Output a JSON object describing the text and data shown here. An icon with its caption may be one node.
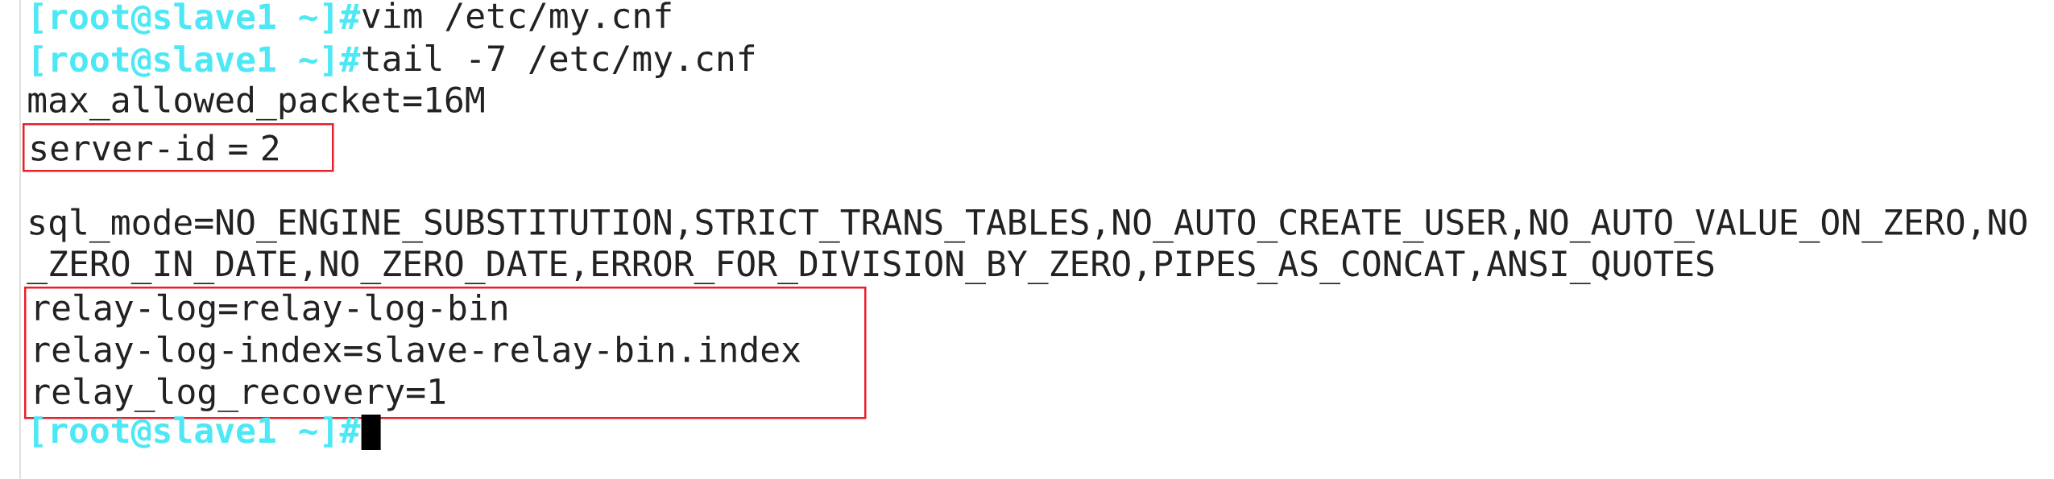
{
  "diagram": {
    "nodes": [
      {
        "text": [
          "server-id = 2"
        ]
      },
      {
        "text": [
          "relay-log=relay-log-bin",
          "relay-log-index=slave-relay-bin.index",
          "relay_log_recovery=1"
        ]
      }
    ],
    "labels": [
      "[root@slave1 ~]#",
      "vim /etc/my.cnf",
      "[root@slave1 ~]#",
      "tail -7 /etc/my.cnf",
      "max_allowed_packet=16M",
      "sql_mode=NO_ENGINE_SUBSTITUTION,STRICT_TRANS_TABLES,NO_AUTO_CREATE_USER,NO_AUTO_VALUE_ON_ZERO,NO",
      "_ZERO_IN_DATE,NO_ZERO_DATE,ERROR_FOR_DIVISION_BY_ZERO,PIPES_AS_CONCAT,ANSI_QUOTES",
      "[root@slave1 ~]#"
    ]
  }
}
